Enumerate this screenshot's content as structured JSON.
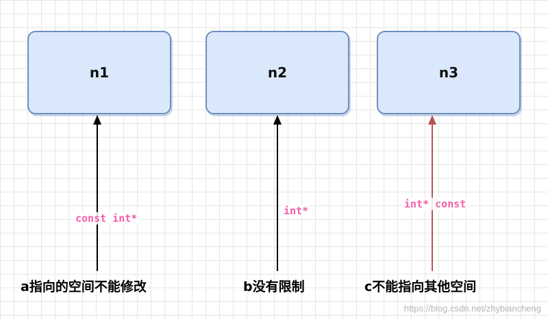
{
  "nodes": [
    {
      "label": "n1"
    },
    {
      "label": "n2"
    },
    {
      "label": "n3"
    }
  ],
  "edges": [
    {
      "from": "a",
      "to": "n1",
      "label": "const int*",
      "color": "#000000"
    },
    {
      "from": "b",
      "to": "n2",
      "label": "int*",
      "color": "#000000"
    },
    {
      "from": "c",
      "to": "n3",
      "label": "int* const",
      "color": "#b85450"
    }
  ],
  "captions": [
    "a指向的空间不能修改",
    "b没有限制",
    "c不能指向其他空间"
  ],
  "colors": {
    "node_fill": "#dae8fc",
    "node_stroke": "#6c8ebf",
    "pointer_label": "#f25faa",
    "arrow_default": "#000000",
    "arrow_const_pointer": "#b85450"
  },
  "watermark": "https://blog.csdn.net/zhybiancheng"
}
